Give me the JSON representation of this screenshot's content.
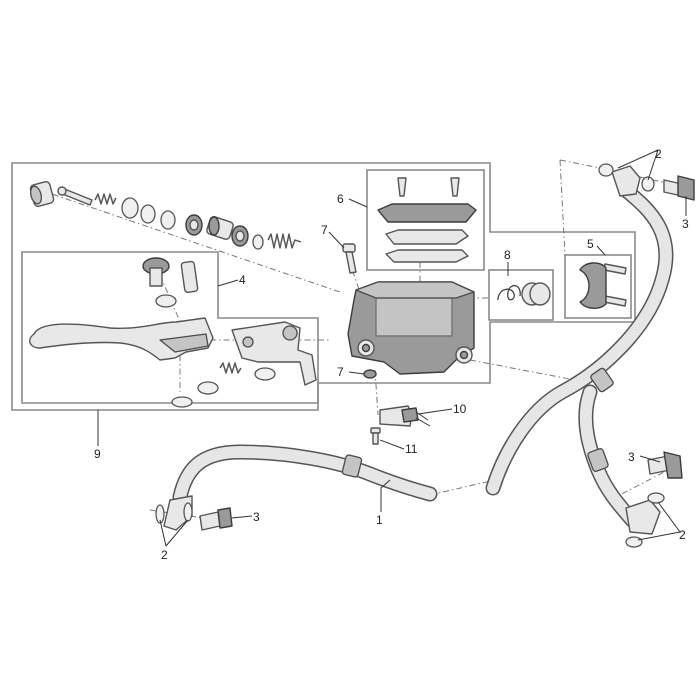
{
  "callouts": {
    "c1": "1",
    "c2_top": "2",
    "c2_left": "2",
    "c2_right": "2",
    "c3_top": "3",
    "c3_left": "3",
    "c3_right": "3",
    "c4": "4",
    "c5": "5",
    "c6": "6",
    "c7_top": "7",
    "c7_bottom": "7",
    "c8": "8",
    "c9": "9",
    "c10": "10",
    "c11": "11"
  },
  "colors": {
    "frame": "#8a8a8a",
    "part_fill": "#e8e8e8",
    "part_dark": "#9a9a9a",
    "outline": "#555555"
  }
}
